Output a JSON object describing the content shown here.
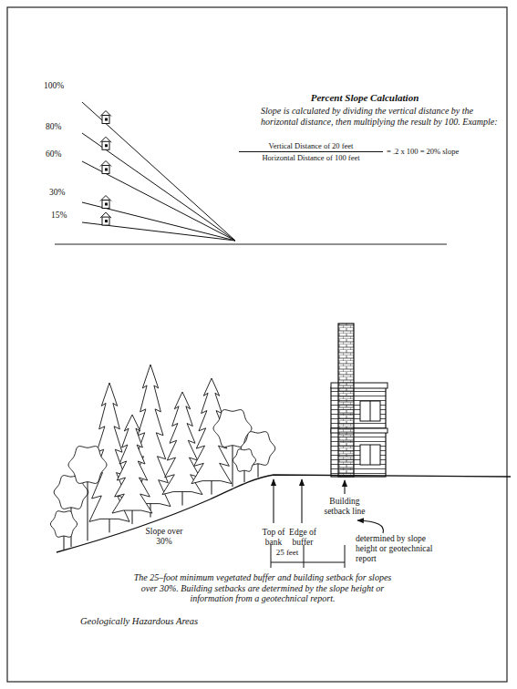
{
  "diagram": {
    "title": "Percent Slope Calculation",
    "caption": "The 25–foot minimum vegetated buffer and building setback for slopes over 30%. Building setbacks are determined by the slope height or information from a geotechnical report.",
    "labels": [
      "100%",
      "80%",
      "60%",
      "30%",
      "15%",
      "Slope is calculated by dividing the vertical distance by the horizontal distance, then multiplying the result by 100. Example:",
      "Vertical Distance of 20 feet",
      "Horizontal Distance of 100 feet",
      "= .2 x 100 = 20% slope",
      "Top of bank",
      "Edge of buffer",
      "Building setback line",
      "Slope over 30%",
      "25 feet",
      "determined by slope height or geotechnical report",
      "Geologically Hazardous Areas"
    ]
  }
}
